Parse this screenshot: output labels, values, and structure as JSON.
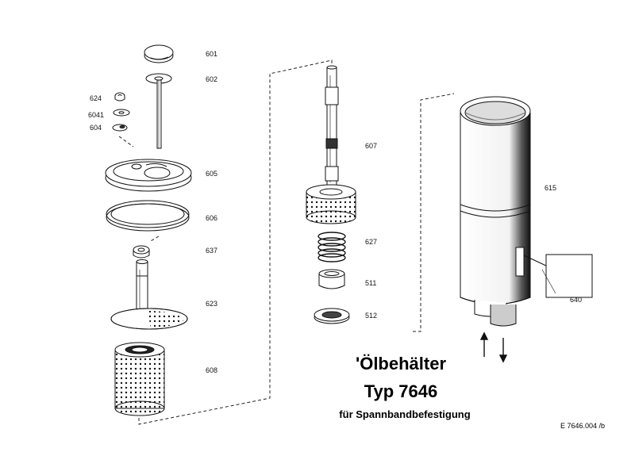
{
  "title": {
    "line1": "'Ölbehälter",
    "line2": "Typ 7646",
    "line3": "für Spannbandbefestigung"
  },
  "drawing_number": "E   7646.004 /b",
  "parts": {
    "p601": "601",
    "p602": "602",
    "p624": "624",
    "p6041": "6041",
    "p604": "604",
    "p605": "605",
    "p606": "606",
    "p637": "637",
    "p623": "623",
    "p608": "608",
    "p607": "607",
    "p627": "627",
    "p511": "511",
    "p512": "512",
    "p615": "615",
    "p640": "640"
  }
}
